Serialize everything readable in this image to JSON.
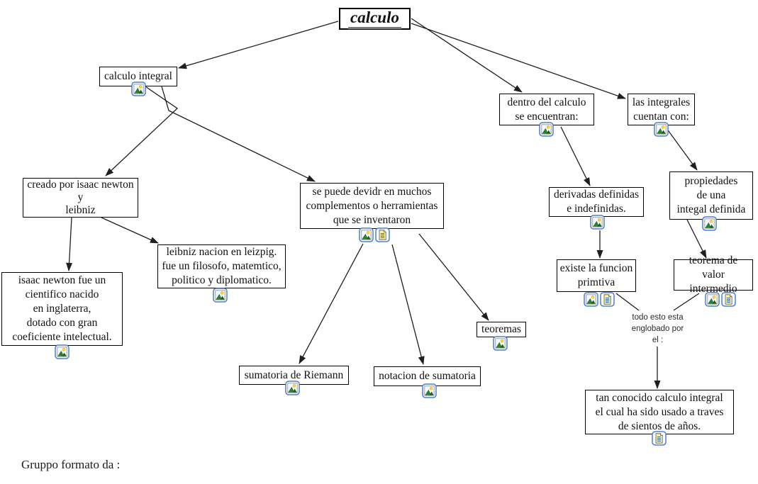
{
  "map": {
    "root_label": "calculo",
    "linking_phrase": "todo esto esta\nenglobado por\nel :",
    "footer": "Gruppo formato da :"
  },
  "concepts": {
    "calculo_integral": "calculo integral",
    "dentro_del_calculo": "dentro del calculo\nse encuentran:",
    "las_integrales": "las integrales\ncuentan con:",
    "creado_por": "creado por isaac newton\ny\nleibniz",
    "se_puede_dividir": "se puede devidr en muchos\ncomplementos o herramientas\nque se inventaron",
    "derivadas": "derivadas definidas\ne indefinidas.",
    "propiedades": "propiedades\nde una\nintegal definida",
    "newton_bio": "isaac newton fue un\ncientifico nacido\nen inglaterra,\ndotado con gran\ncoeficiente intelectual.",
    "leibniz_bio": "leibniz nacion en leizpig.\nfue un filosofo, matemtico,\npolitico y diplomatico.",
    "existe_funcion": "existe la funcion\nprimtiva",
    "teorema_valor": "teorema de valor\nintermedio",
    "teoremas": "teoremas",
    "sumatoria_riemann": "sumatoria de Riemann",
    "notacion_sumatoria": "notacion de sumatoria",
    "tan_conocido": "tan conocido calculo integral\nel cual ha sido usado a traves\nde sientos de años."
  },
  "icons": {
    "image_resource": "image-resource-icon",
    "text_resource": "text-resource-icon"
  },
  "colors": {
    "node_border": "#000000",
    "node_background": "#ffffff",
    "icon_border": "#4d7fd0",
    "title_underline": "#7d7d7d",
    "link_line": "#1f1f1f"
  }
}
